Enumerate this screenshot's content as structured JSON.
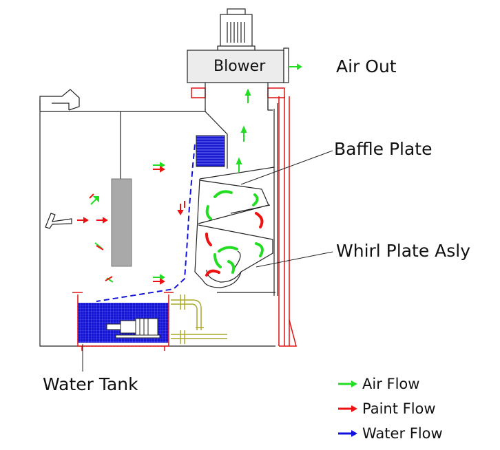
{
  "labels": {
    "blower": "Blower",
    "air_out": "Air Out",
    "baffle_plate": "Baffle Plate",
    "whirl_plate": "Whirl Plate Asly",
    "water_tank": "Water Tank"
  },
  "legend": [
    {
      "label": "Air Flow",
      "color": "#22dd22"
    },
    {
      "label": "Paint Flow",
      "color": "#ee1111"
    },
    {
      "label": "Water Flow",
      "color": "#1111dd"
    }
  ],
  "colors": {
    "air": "#22dd22",
    "paint": "#ee1111",
    "water": "#1111dd",
    "pipe": "#a9a92a",
    "part": "#a9a9a9",
    "line": "#111111"
  }
}
